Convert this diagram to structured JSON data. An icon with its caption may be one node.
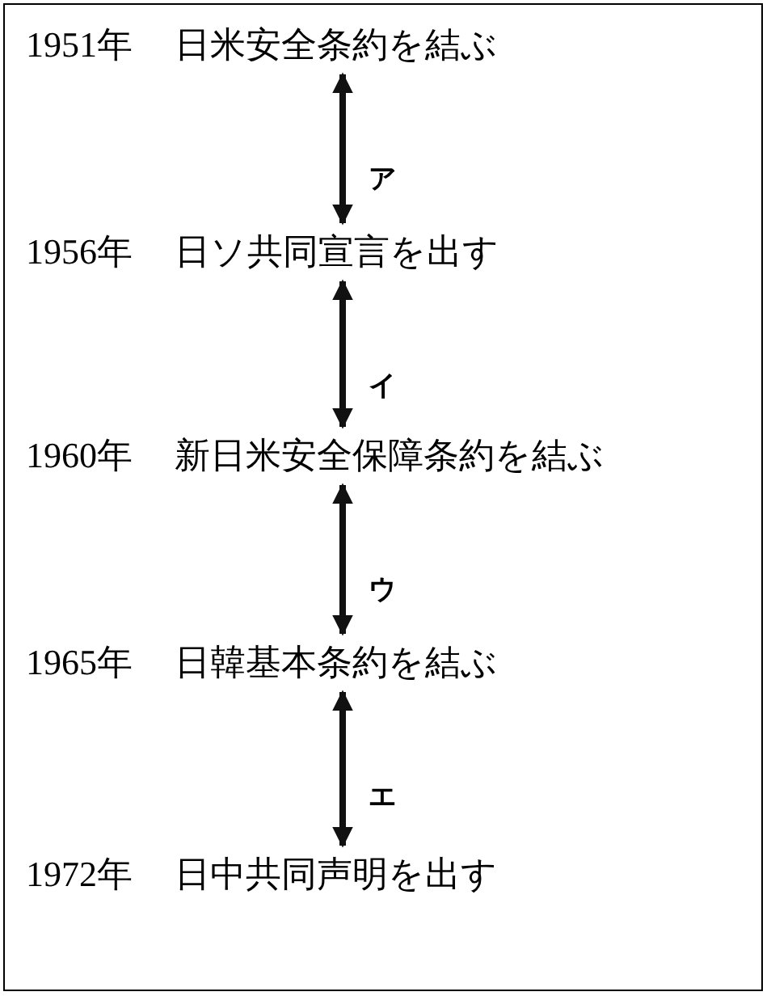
{
  "diagram": {
    "nodes": [
      {
        "text": [
          "1951年",
          "日米安全条約を結ぶ"
        ]
      },
      {
        "text": [
          "1956年",
          "日ソ共同宣言を出す"
        ]
      },
      {
        "text": [
          "1960年",
          "新日米安全保障条約を結ぶ"
        ]
      },
      {
        "text": [
          "1965年",
          "日韓基本条約を結ぶ"
        ]
      },
      {
        "text": [
          "1972年",
          "日中共同声明を出す"
        ]
      }
    ],
    "edges": [
      {
        "from": 0,
        "to": 1,
        "arrow": "both",
        "label": "ア"
      },
      {
        "from": 1,
        "to": 2,
        "arrow": "both",
        "label": "イ"
      },
      {
        "from": 2,
        "to": 3,
        "arrow": "both",
        "label": "ウ"
      },
      {
        "from": 3,
        "to": 4,
        "arrow": "both",
        "label": "エ"
      }
    ]
  }
}
